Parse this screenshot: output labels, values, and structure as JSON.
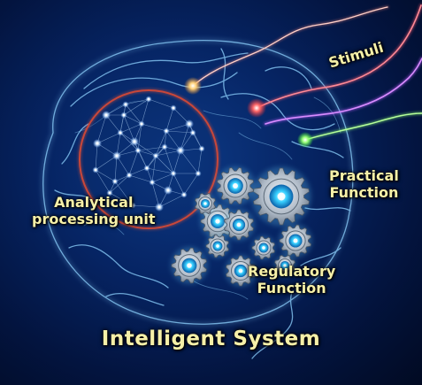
{
  "labels": {
    "stimuli": "Stimuli",
    "practical_line1": "Practical",
    "practical_line2": "Function",
    "analytical_line1": "Analytical",
    "analytical_line2": "processing unit",
    "regulatory_line1": "Regulatory",
    "regulatory_line2": "Function",
    "title": "Intelligent System"
  },
  "colors": {
    "background": "#062463",
    "label_text": "#f6f0a8",
    "brain_outline": "#8fd3ff",
    "analytical_ring": "#d2503c",
    "stimulus_red": "#ff5a6e",
    "stimulus_purple": "#c05cff",
    "stimulus_green": "#8bff6a",
    "gear_metal": "#c8d2dc",
    "gear_core": "#29c6ff"
  },
  "icons": {
    "brain": "brain-outline-icon",
    "network": "neural-network-icon",
    "gears": "gear-icon"
  }
}
